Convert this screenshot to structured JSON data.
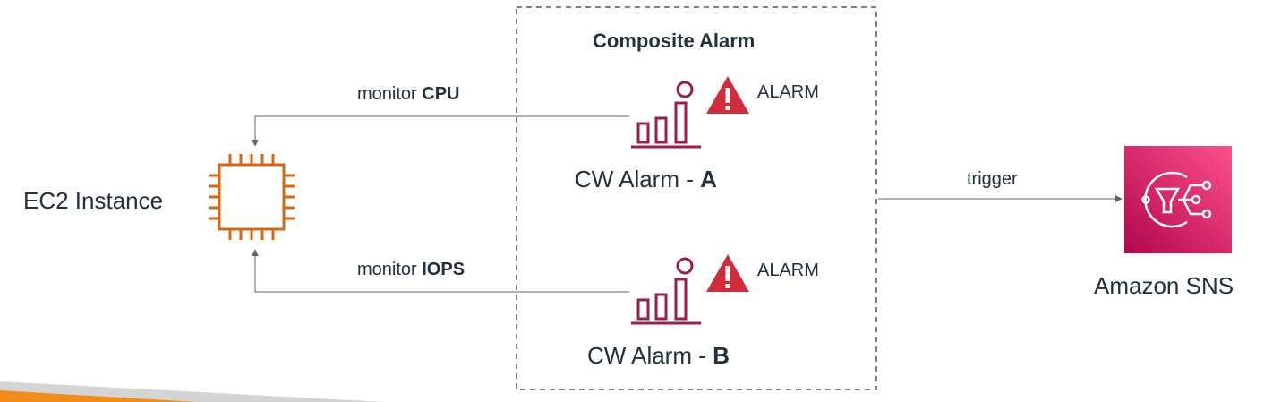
{
  "colors": {
    "ec2_orange": "#d86613",
    "alarm_maroon": "#9b1d4e",
    "alert_red": "#d12c3a",
    "sns_pink": "#e7157b",
    "sns_magenta": "#b0084d",
    "line": "#5f6368",
    "accent_orange": "#f28c18",
    "accent_grey": "#d4d4d4"
  },
  "composite": {
    "title": "Composite Alarm"
  },
  "ec2": {
    "label": "EC2 Instance",
    "icon": "ec2-chip-icon"
  },
  "alarm_a": {
    "prefix": "CW Alarm - ",
    "letter": "A",
    "state": "ALARM",
    "icon": "cloudwatch-alarm-icon",
    "monitor_prefix": "monitor ",
    "monitor_metric": "CPU"
  },
  "alarm_b": {
    "prefix": "CW Alarm - ",
    "letter": "B",
    "state": "ALARM",
    "icon": "cloudwatch-alarm-icon",
    "monitor_prefix": "monitor ",
    "monitor_metric": "IOPS"
  },
  "trigger": {
    "label": "trigger"
  },
  "sns": {
    "label": "Amazon SNS",
    "icon": "sns-icon"
  }
}
